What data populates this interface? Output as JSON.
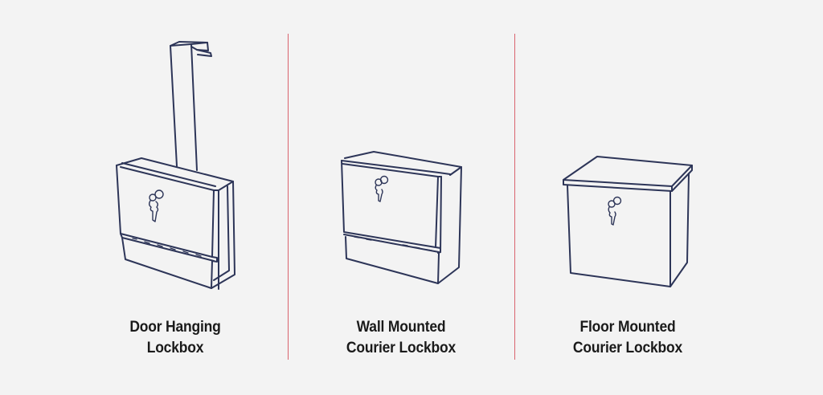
{
  "page": {
    "background": "#f3f3f3",
    "line_color": "#2d3558",
    "divider_color": "#d9646e",
    "text_color": "#1a1a1a"
  },
  "products": [
    {
      "id": "door-hanging",
      "label_line1": "Door Hanging",
      "label_line2": "Lockbox",
      "icon": "door-hanging-lockbox-icon"
    },
    {
      "id": "wall-mounted",
      "label_line1": "Wall Mounted",
      "label_line2": "Courier Lockbox",
      "icon": "wall-mounted-lockbox-icon"
    },
    {
      "id": "floor-mounted",
      "label_line1": "Floor Mounted",
      "label_line2": "Courier Lockbox",
      "icon": "floor-mounted-lockbox-icon"
    }
  ]
}
